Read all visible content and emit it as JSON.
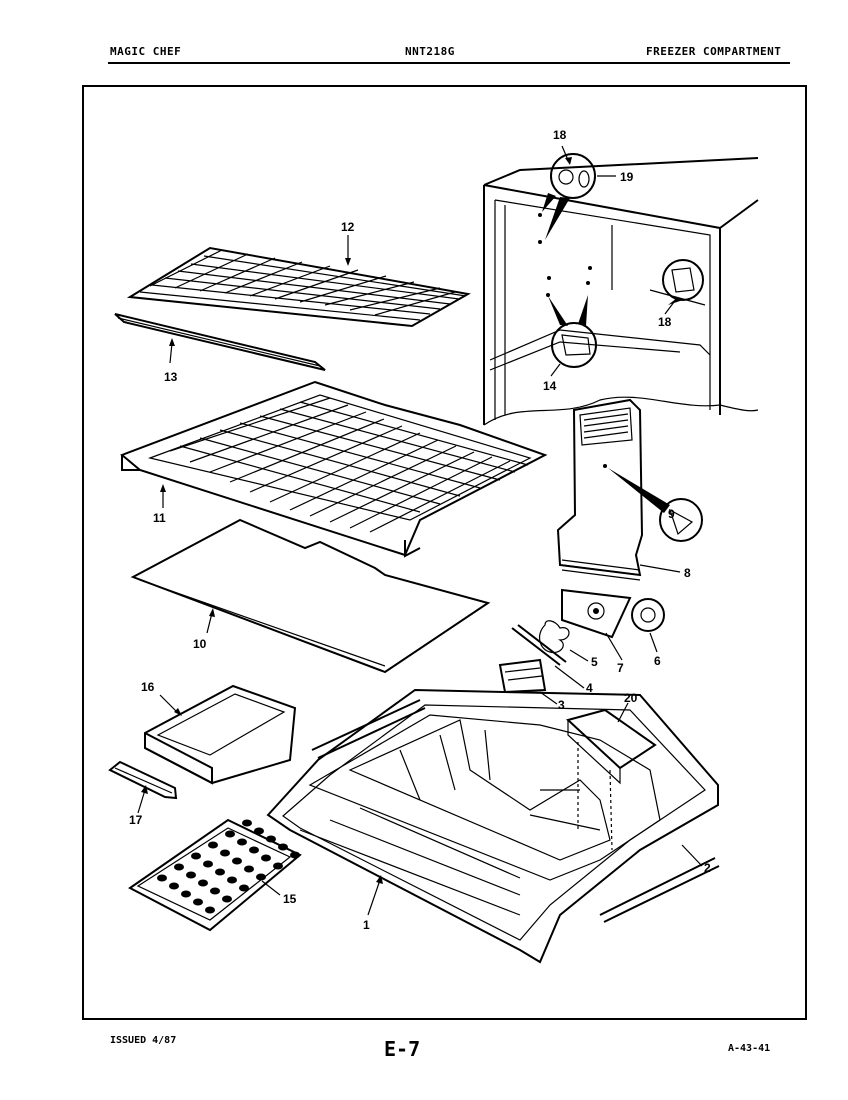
{
  "header": {
    "brand": "MAGIC CHEF",
    "model": "NNT218G",
    "section": "FREEZER COMPARTMENT"
  },
  "footer": {
    "issued": "ISSUED 4/87",
    "page": "E-7",
    "code": "A-43-41"
  },
  "callouts": [
    {
      "id": "c18a",
      "label": "18"
    },
    {
      "id": "c19",
      "label": "19"
    },
    {
      "id": "c12",
      "label": "12"
    },
    {
      "id": "c18b",
      "label": "18"
    },
    {
      "id": "c13",
      "label": "13"
    },
    {
      "id": "c14",
      "label": "14"
    },
    {
      "id": "c11",
      "label": "11"
    },
    {
      "id": "c9",
      "label": "9"
    },
    {
      "id": "c8",
      "label": "8"
    },
    {
      "id": "c10",
      "label": "10"
    },
    {
      "id": "c6",
      "label": "6"
    },
    {
      "id": "c7",
      "label": "7"
    },
    {
      "id": "c5",
      "label": "5"
    },
    {
      "id": "c4",
      "label": "4"
    },
    {
      "id": "c16",
      "label": "16"
    },
    {
      "id": "c3",
      "label": "3"
    },
    {
      "id": "c20",
      "label": "20"
    },
    {
      "id": "c17",
      "label": "17"
    },
    {
      "id": "c2",
      "label": "2"
    },
    {
      "id": "c15",
      "label": "15"
    },
    {
      "id": "c1",
      "label": "1"
    }
  ]
}
